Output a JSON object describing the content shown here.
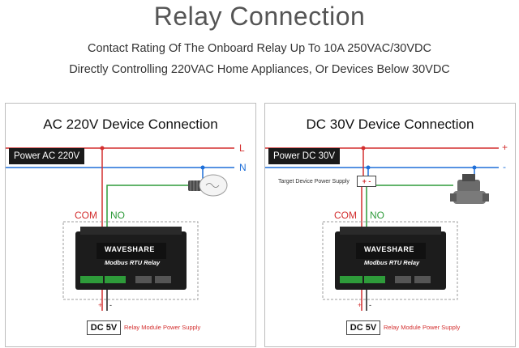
{
  "header": {
    "title": "Relay Connection",
    "subtitle_line1": "Contact Rating Of The Onboard Relay Up To 10A 250VAC/30VDC",
    "subtitle_line2": "Directly Controlling 220VAC Home Appliances, Or Devices Below 30VDC"
  },
  "panels": [
    {
      "title": "AC 220V Device Connection",
      "power_label": "Power AC 220V",
      "line1_label": "L",
      "line2_label": "N",
      "com_label": "COM",
      "no_label": "NO",
      "module_brand": "WAVESHARE",
      "module_name": "Modbus RTU Relay",
      "supply_box": "DC 5V",
      "supply_caption": "Relay Module Power Supply",
      "device_icon": "light-bulb-icon"
    },
    {
      "title": "DC 30V Device Connection",
      "power_label": "Power DC 30V",
      "line1_label": "+",
      "line2_label": "-",
      "device_supply_caption": "Target Device Power Supply",
      "device_supply_box": "+ -",
      "com_label": "COM",
      "no_label": "NO",
      "module_brand": "WAVESHARE",
      "module_name": "Modbus RTU Relay",
      "supply_box": "DC 5V",
      "supply_caption": "Relay Module Power Supply",
      "device_icon": "solenoid-valve-icon"
    }
  ],
  "colors": {
    "live_wire": "#d32f2f",
    "neutral_wire": "#1e6fd9",
    "common_wire": "#d32f2f",
    "no_wire": "#2e9b3a"
  }
}
